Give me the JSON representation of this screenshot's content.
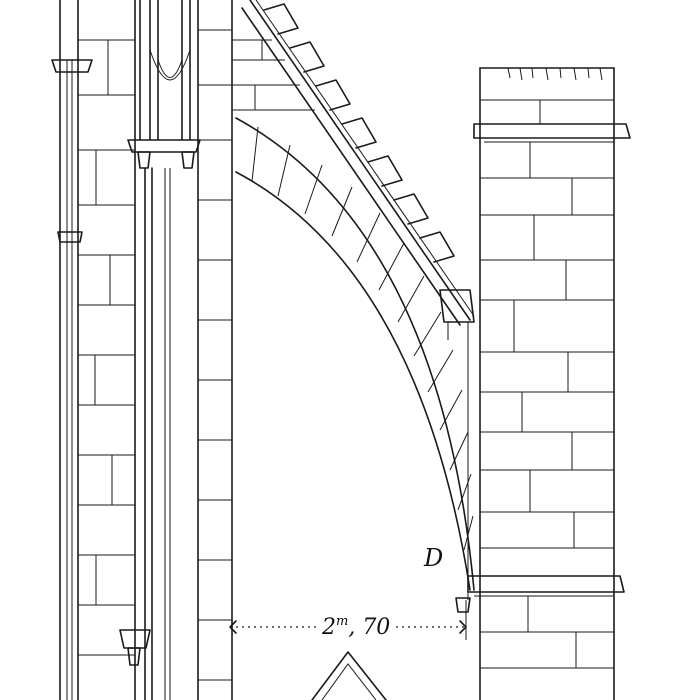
{
  "figure": {
    "point_label": "D",
    "dimension": {
      "main": "2",
      "superscript": "m",
      "rest": ", 70"
    }
  }
}
